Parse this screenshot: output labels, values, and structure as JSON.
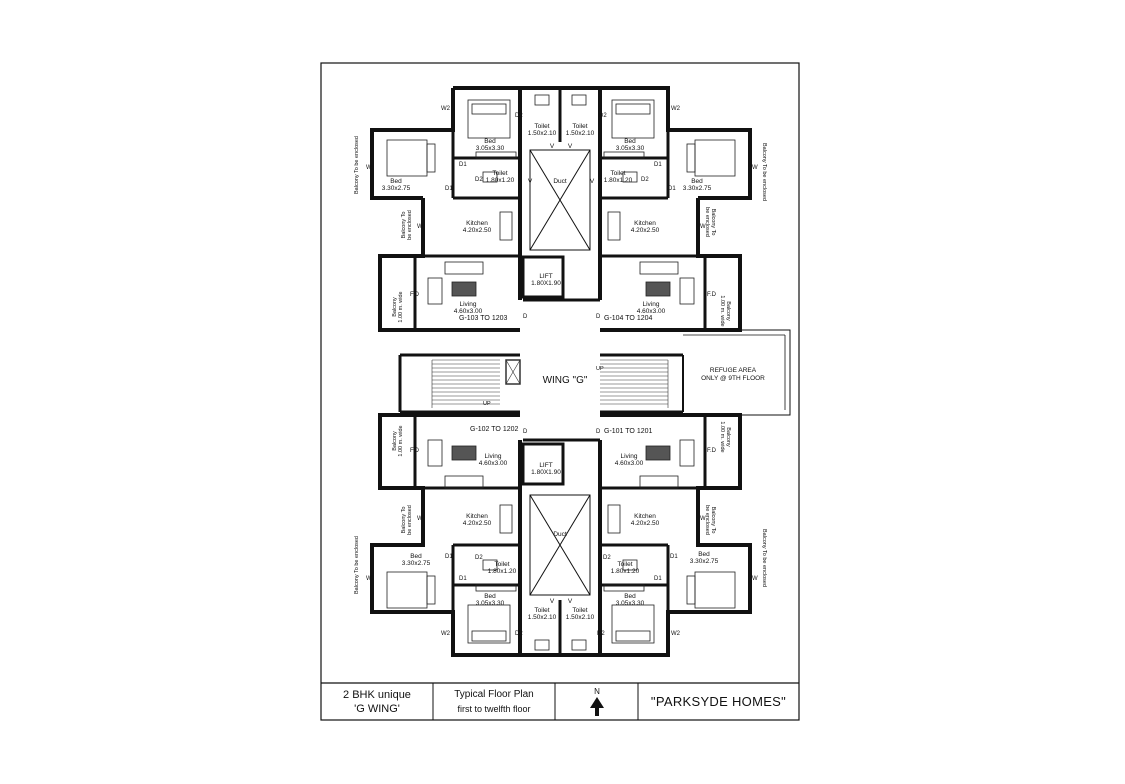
{
  "plan": {
    "wing_label": "WING \"G\"",
    "refuge": {
      "line1": "REFUGE AREA",
      "line2": "ONLY @ 9TH FLOOR"
    },
    "corridor_marks": {
      "up": "UP",
      "door": "D",
      "up_upper": "UP"
    },
    "core": {
      "lift_name": "LIFT",
      "lift_size": "1.80X1.90",
      "duct": "Duct",
      "vent": "V"
    },
    "rooms": {
      "bed": "Bed",
      "toilet": "Toilet",
      "kitchen": "Kitchen",
      "living": "Living",
      "bed_size_main": "3.05x3.30",
      "bed_size_side": "3.30x2.75",
      "toilet_size_top": "1.50x2.10",
      "toilet_size_inner": "1.80x1.20",
      "kitchen_size": "4.20x2.50",
      "living_size": "4.60x3.00"
    },
    "balconies": {
      "enclosed": "Balcony To be enclosed",
      "kitchen_line1": "Balcony To",
      "kitchen_line2": "be enclosed",
      "living_line1": "Balcony",
      "living_line2": "1.00 m. wide"
    },
    "door_tags": {
      "d1": "D1",
      "d2": "D2",
      "w": "W",
      "w2": "W2",
      "fd": "F.D"
    },
    "flats": {
      "tl": "G-103 TO 1203",
      "tr": "G-104 TO 1204",
      "bl": "G-102 TO 1202",
      "br": "G-101 TO 1201"
    }
  },
  "title_block": {
    "unit_line1": "2 BHK unique",
    "unit_line2": "'G WING'",
    "plan_line1": "Typical Floor Plan",
    "plan_line2": "first to twelfth floor",
    "north": "N",
    "project": "\"PARKSYDE HOMES\""
  }
}
